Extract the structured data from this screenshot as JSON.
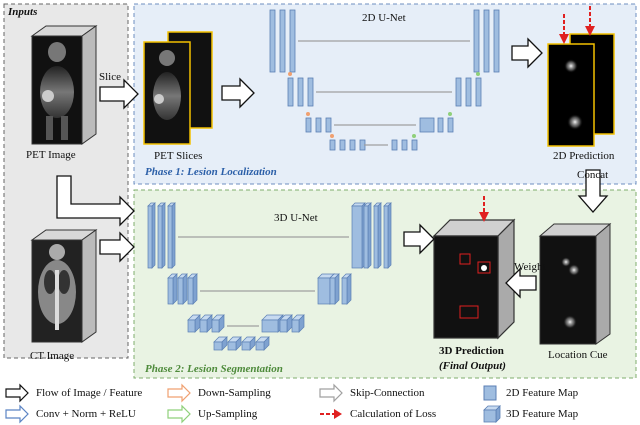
{
  "inputs": {
    "title": "Inputs",
    "pet_label": "PET Image",
    "ct_label": "CT Image"
  },
  "phase1": {
    "title": "Phase 1: Lesion Localization",
    "net_label": "2D U-Net",
    "slice_label": "Slice",
    "slices_label": "PET Slices",
    "prediction_label": "2D Prediction",
    "concat_label": "Concat"
  },
  "phase2": {
    "title": "Phase 2: Lesion Segmentation",
    "net_label": "3D U-Net",
    "weight_label": "Weight",
    "location_label": "Location Cue",
    "prediction_label": "3D Prediction",
    "final_label": "(Final Output)"
  },
  "legend": {
    "items": [
      "Flow of Image / Feature",
      "Down-Sampling",
      "Skip-Connection",
      "2D Feature Map",
      "Conv + Norm + ReLU",
      "Up-Sampling",
      "Calculation of Loss",
      "3D Feature Map"
    ]
  },
  "colors": {
    "phase1_bg": "#e6eef8",
    "phase2_bg": "#e9f3e3",
    "inputs_bg": "#e8e8e8",
    "feature_blue": "#9fbde0",
    "down_arrow": "#f0a070",
    "up_arrow": "#8fd07a",
    "skip_arrow": "#a0a0a0",
    "loss_arrow": "#e02020"
  }
}
